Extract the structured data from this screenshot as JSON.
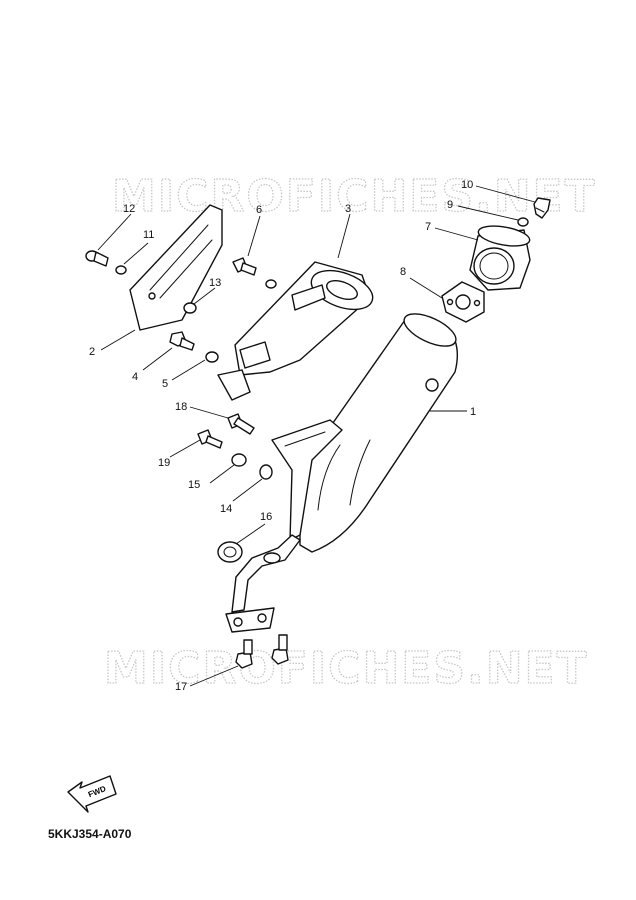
{
  "watermark": "MICROFICHES.NET",
  "diagram_code": "5KKJ354-A070",
  "fwd_label": "FWD",
  "callouts": [
    "1",
    "2",
    "3",
    "4",
    "5",
    "6",
    "7",
    "8",
    "9",
    "10",
    "11",
    "12",
    "13",
    "14",
    "15",
    "16",
    "17",
    "18",
    "19"
  ]
}
